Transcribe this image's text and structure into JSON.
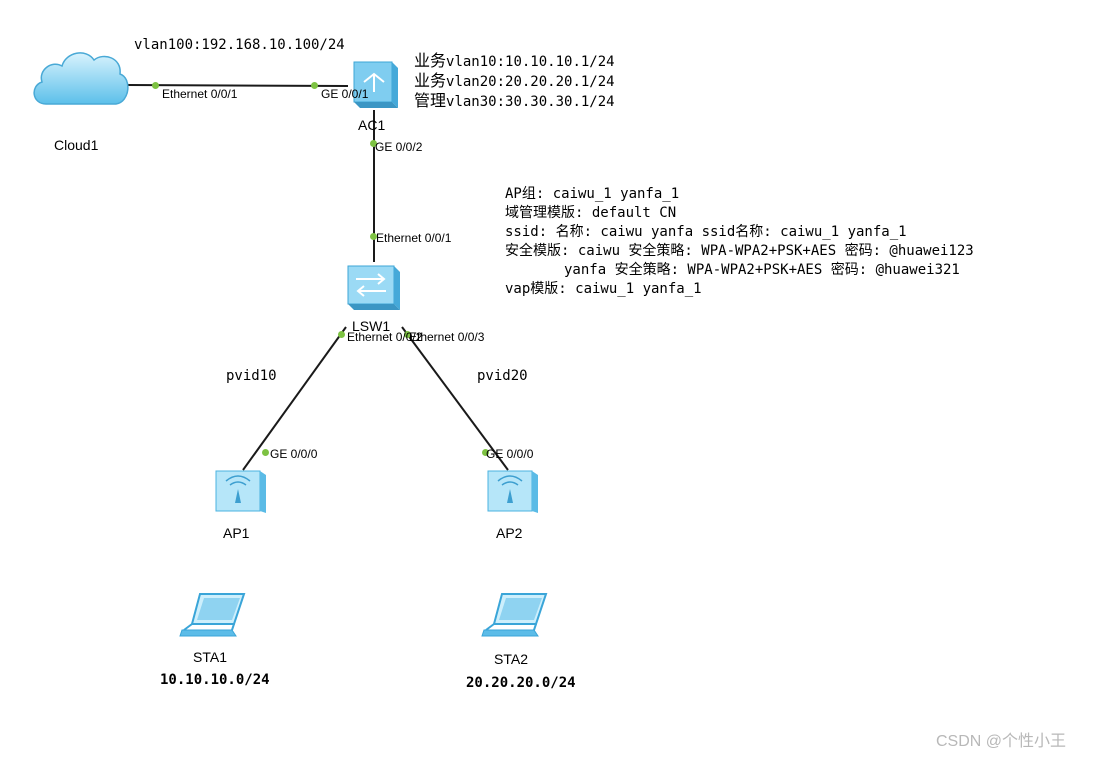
{
  "nodes": {
    "cloud": {
      "label": "Cloud1"
    },
    "ac": {
      "label": "AC1"
    },
    "switch": {
      "label": "LSW1"
    },
    "ap1": {
      "label": "AP1"
    },
    "ap2": {
      "label": "AP2"
    },
    "sta1": {
      "label": "STA1",
      "subnet": "10.10.10.0/24"
    },
    "sta2": {
      "label": "STA2",
      "subnet": "20.20.20.0/24"
    }
  },
  "ports": {
    "cloud_eth": "Ethernet 0/0/1",
    "ac_ge1": "GE 0/0/1",
    "ac_ge2": "GE 0/0/2",
    "sw_eth1": "Ethernet 0/0/1",
    "sw_eth2": "Ethernet 0/0/2",
    "sw_eth3": "Ethernet 0/0/3",
    "ap1_ge": "GE 0/0/0",
    "ap2_ge": "GE 0/0/0"
  },
  "labels": {
    "mgmt_vlan": "vlan100:192.168.10.100/24",
    "pvid_left": "pvid10",
    "pvid_right": "pvid20"
  },
  "ac_vlans": [
    {
      "role": "业务",
      "text": "vlan10:10.10.10.1/24"
    },
    {
      "role": "业务",
      "text": "vlan20:20.20.20.1/24"
    },
    {
      "role": "管理",
      "text": "vlan30:30.30.30.1/24"
    }
  ],
  "wlan_notes": [
    "AP组: caiwu_1 yanfa_1",
    "域管理模版: default CN",
    "ssid: 名称: caiwu yanfa ssid名称: caiwu_1 yanfa_1",
    "安全模版: caiwu 安全策略: WPA-WPA2+PSK+AES 密码: @huawei123",
    "       yanfa 安全策略: WPA-WPA2+PSK+AES 密码: @huawei321",
    "vap模版: caiwu_1 yanfa_1"
  ],
  "watermark": "CSDN @个性小王",
  "colors": {
    "link": "#1a1a1a",
    "port_dot": "#7dc242",
    "device_light": "#cfeefb",
    "device_mid": "#8fd6f2",
    "device_dark": "#4bb3e0"
  }
}
